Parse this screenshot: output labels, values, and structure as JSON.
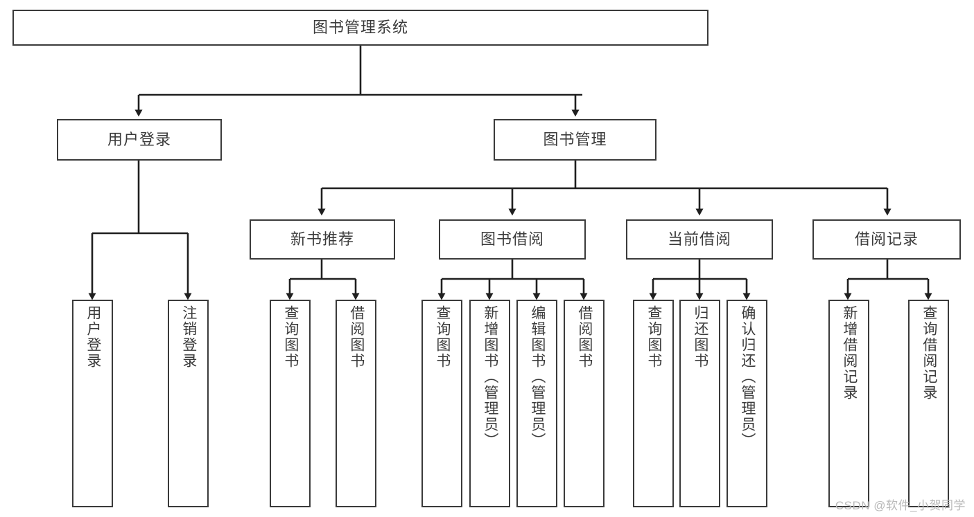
{
  "diagram": {
    "title": "图书管理系统",
    "type": "tree-hierarchy-diagram",
    "colors": {
      "box_border": "#3a3a3a",
      "box_fill": "#ffffff",
      "text": "#3b3b3b",
      "connector": "#1f1f1f",
      "watermark": "#b9b9b9",
      "background": "#ffffff"
    },
    "root": {
      "label": "图书管理系统"
    },
    "level2": [
      {
        "id": "user-login",
        "label": "用户登录"
      },
      {
        "id": "book-manage",
        "label": "图书管理"
      }
    ],
    "level3": [
      {
        "id": "new-book-recommend",
        "label": "新书推荐",
        "parent": "book-manage"
      },
      {
        "id": "book-borrow",
        "label": "图书借阅",
        "parent": "book-manage"
      },
      {
        "id": "current-borrow",
        "label": "当前借阅",
        "parent": "book-manage"
      },
      {
        "id": "borrow-record",
        "label": "借阅记录",
        "parent": "book-manage"
      }
    ],
    "leaves": {
      "user-login": [
        {
          "id": "leaf-user-login",
          "label": "用户登录"
        },
        {
          "id": "leaf-logout-login",
          "label": "注销登录"
        }
      ],
      "new-book-recommend": [
        {
          "id": "leaf-query-book-1",
          "label": "查询图书"
        },
        {
          "id": "leaf-borrow-book-1",
          "label": "借阅图书"
        }
      ],
      "book-borrow": [
        {
          "id": "leaf-query-book-2",
          "label": "查询图书"
        },
        {
          "id": "leaf-add-book",
          "label": "新增图书（管理员）"
        },
        {
          "id": "leaf-edit-book",
          "label": "编辑图书（管理员）"
        },
        {
          "id": "leaf-borrow-book-2",
          "label": "借阅图书"
        }
      ],
      "current-borrow": [
        {
          "id": "leaf-query-book-3",
          "label": "查询图书"
        },
        {
          "id": "leaf-return-book",
          "label": "归还图书"
        },
        {
          "id": "leaf-confirm-return",
          "label": "确认归还（管理员）"
        }
      ],
      "borrow-record": [
        {
          "id": "leaf-add-record",
          "label": "新增借阅记录"
        },
        {
          "id": "leaf-query-record",
          "label": "查询借阅记录"
        }
      ]
    },
    "watermark": "CSDN @软件_小贺同学"
  }
}
